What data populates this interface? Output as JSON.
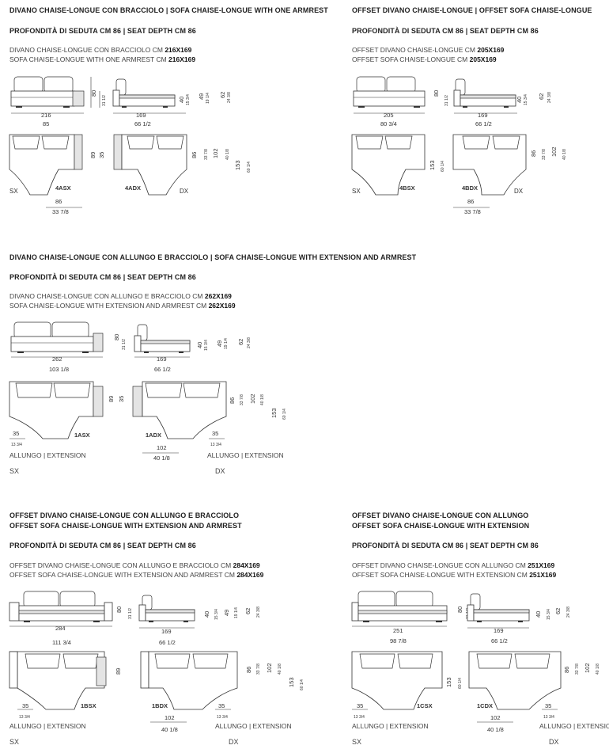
{
  "sections": {
    "s1": {
      "title": "DIVANO CHAISE-LONGUE CON BRACCIOLO | SOFA CHAISE-LONGUE WITH ONE ARMREST",
      "depth": "PROFONDITÀ DI SEDUTA CM 86 | SEAT DEPTH CM 86",
      "line1": "DIVANO CHAISE-LONGUE CON BRACCIOLO CM ",
      "line1_size": "216X169",
      "line2": "SOFA CHAISE-LONGUE WITH ONE ARMREST CM ",
      "line2_size": "216X169",
      "d_front_w": "216",
      "d_front_w_in": "85",
      "d_side_w": "169",
      "d_side_w_in": "66 1/2",
      "code_sx": "4ASX",
      "code_dx": "4ADX",
      "plan_bottom": "86",
      "plan_bottom_in": "33 7/8"
    },
    "s2": {
      "title": "OFFSET DIVANO CHAISE-LONGUE | OFFSET SOFA CHAISE-LONGUE",
      "depth": "PROFONDITÀ DI SEDUTA CM 86 | SEAT DEPTH CM 86",
      "line1": "OFFSET DIVANO CHAISE-LONGUE CM ",
      "line1_size": "205X169",
      "line2": "OFFSET SOFA CHAISE-LONGUE CM ",
      "line2_size": "205X169",
      "d_front_w": "205",
      "d_front_w_in": "80 3/4",
      "d_side_w": "169",
      "d_side_w_in": "66 1/2",
      "code_sx": "4BSX",
      "code_dx": "4BDX",
      "plan_bottom": "86",
      "plan_bottom_in": "33 7/8"
    },
    "s3": {
      "title": "DIVANO CHAISE-LONGUE CON ALLUNGO E BRACCIOLO | SOFA CHAISE-LONGUE WITH EXTENSION AND ARMREST",
      "depth": "PROFONDITÀ DI SEDUTA CM 86 | SEAT DEPTH CM 86",
      "line1": "DIVANO CHAISE-LONGUE CON ALLUNGO E BRACCIOLO CM ",
      "line1_size": "262X169",
      "line2": "SOFA CHAISE-LONGUE WITH EXTENSION AND ARMREST CM ",
      "line2_size": "262X169",
      "d_front_w": "262",
      "d_front_w_in": "103 1/8",
      "d_side_w": "169",
      "d_side_w_in": "66 1/2",
      "code_sx": "1ASX",
      "code_dx": "1ADX",
      "plan_bottom": "102",
      "plan_bottom_in": "40 1/8",
      "ext": "35",
      "ext_in": "13 3/4",
      "ext_label": "ALLUNGO | EXTENSION"
    },
    "s4": {
      "title": "OFFSET DIVANO CHAISE-LONGUE CON ALLUNGO E BRACCIOLO",
      "title2": "OFFSET SOFA CHAISE-LONGUE WITH EXTENSION AND ARMREST",
      "depth": "PROFONDITÀ DI SEDUTA CM 86 | SEAT DEPTH CM 86",
      "line1": "OFFSET DIVANO CHAISE-LONGUE CON ALLUNGO E BRACCIOLO CM ",
      "line1_size": "284X169",
      "line2": "OFFSET SOFA CHAISE-LONGUE WITH EXTENSION AND ARMREST CM ",
      "line2_size": "284X169",
      "d_front_w": "284",
      "d_front_w_in": "111 3/4",
      "d_side_w": "169",
      "d_side_w_in": "66 1/2",
      "code_sx": "1BSX",
      "code_dx": "1BDX",
      "plan_bottom": "102",
      "plan_bottom_in": "40 1/8",
      "ext": "35",
      "ext_in": "13 3/4",
      "ext_label": "ALLUNGO | EXTENSION"
    },
    "s5": {
      "title": "OFFSET DIVANO CHAISE-LONGUE CON ALLUNGO",
      "title2": "OFFSET SOFA CHAISE-LONGUE WITH EXTENSION",
      "depth": "PROFONDITÀ DI SEDUTA CM 86 | SEAT DEPTH CM 86",
      "line1": "OFFSET DIVANO CHAISE-LONGUE CON ALLUNGO CM ",
      "line1_size": "251X169",
      "line2": "OFFSET SOFA CHAISE-LONGUE WITH EXTENSION CM ",
      "line2_size": "251X169",
      "d_front_w": "251",
      "d_front_w_in": "98 7/8",
      "d_side_w": "169",
      "d_side_w_in": "66 1/2",
      "code_sx": "1CSX",
      "code_dx": "1CDX",
      "plan_bottom": "102",
      "plan_bottom_in": "40 1/8",
      "ext": "35",
      "ext_in": "13 3/4",
      "ext_label": "ALLUNGO | EXTENSION"
    }
  },
  "heights": {
    "h80": "80",
    "h31": "31 1/2",
    "h40": "40",
    "h15": "15 3/4",
    "h49": "49",
    "h19": "19 1/4",
    "h62": "62",
    "h24": "24 3/8",
    "p89": "89",
    "p35": "35",
    "p86": "86",
    "p33": "33 7/8",
    "p102": "102",
    "p40": "40 1/8",
    "p153": "153",
    "p60": "60 1/4"
  },
  "sides": {
    "sx": "SX",
    "dx": "DX"
  }
}
